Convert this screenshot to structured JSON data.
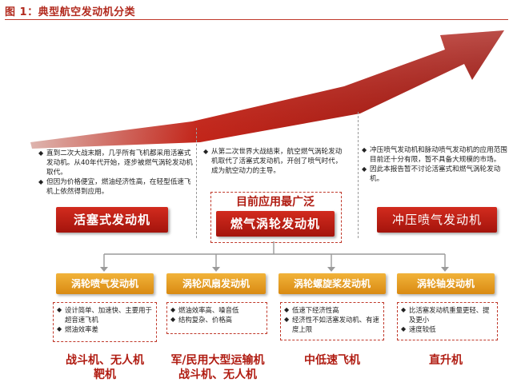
{
  "title": "图 1：典型航空发动机分类",
  "eras": [
    {
      "bullets": [
        "直到二次大战末期，几乎所有飞机都采用活塞式发动机。从40年代开始，逐步被燃气涡轮发动机取代。",
        "但因为价格便宜，燃油经济性高，在轻型低速飞机上依然得到应用。"
      ],
      "label": "活塞式发动机"
    },
    {
      "bullets": [
        "从第二次世界大战结束，航空燃气涡轮发动机取代了活塞式发动机，开创了喷气时代，成为航空动力的主导。"
      ],
      "label": "燃气涡轮发动机"
    },
    {
      "bullets": [
        "冲压喷气发动机和脉动喷气发动机的应用范围目前还十分有限，暂不具备大规模的市场。",
        "因此本报告暂不讨论活塞式和燃气涡轮发动机。"
      ],
      "label": "冲压喷气发动机"
    }
  ],
  "highlight": "目前应用最广泛",
  "turbine_types": [
    {
      "label": "涡轮喷气发动机",
      "features": [
        "设计简单、加速快、主要用于超音速飞机",
        "燃油效率差"
      ],
      "application": [
        "战斗机、无人机",
        "靶机"
      ]
    },
    {
      "label": "涡轮风扇发动机",
      "features": [
        "燃油效率高、噪音低",
        "结构复杂、价格高"
      ],
      "application": [
        "军/民用大型运输机",
        "战斗机、无人机"
      ]
    },
    {
      "label": "涡轮螺旋桨发动机",
      "features": [
        "低速下经济性高",
        "经济性不如活塞发动机、有速度上限"
      ],
      "application": [
        "中低速飞机"
      ]
    },
    {
      "label": "涡轮轴发动机",
      "features": [
        "比活塞发动机重量更轻、提及更小",
        "速度较低"
      ],
      "application": [
        "直升机"
      ]
    }
  ],
  "colors": {
    "title": "#b22a1e",
    "arrow_dark": "#a3120b",
    "arrow_light": "#e53b2c",
    "engine_button": "#c41f14",
    "type_button": "#e9a020",
    "application_text": "#b01c12"
  }
}
